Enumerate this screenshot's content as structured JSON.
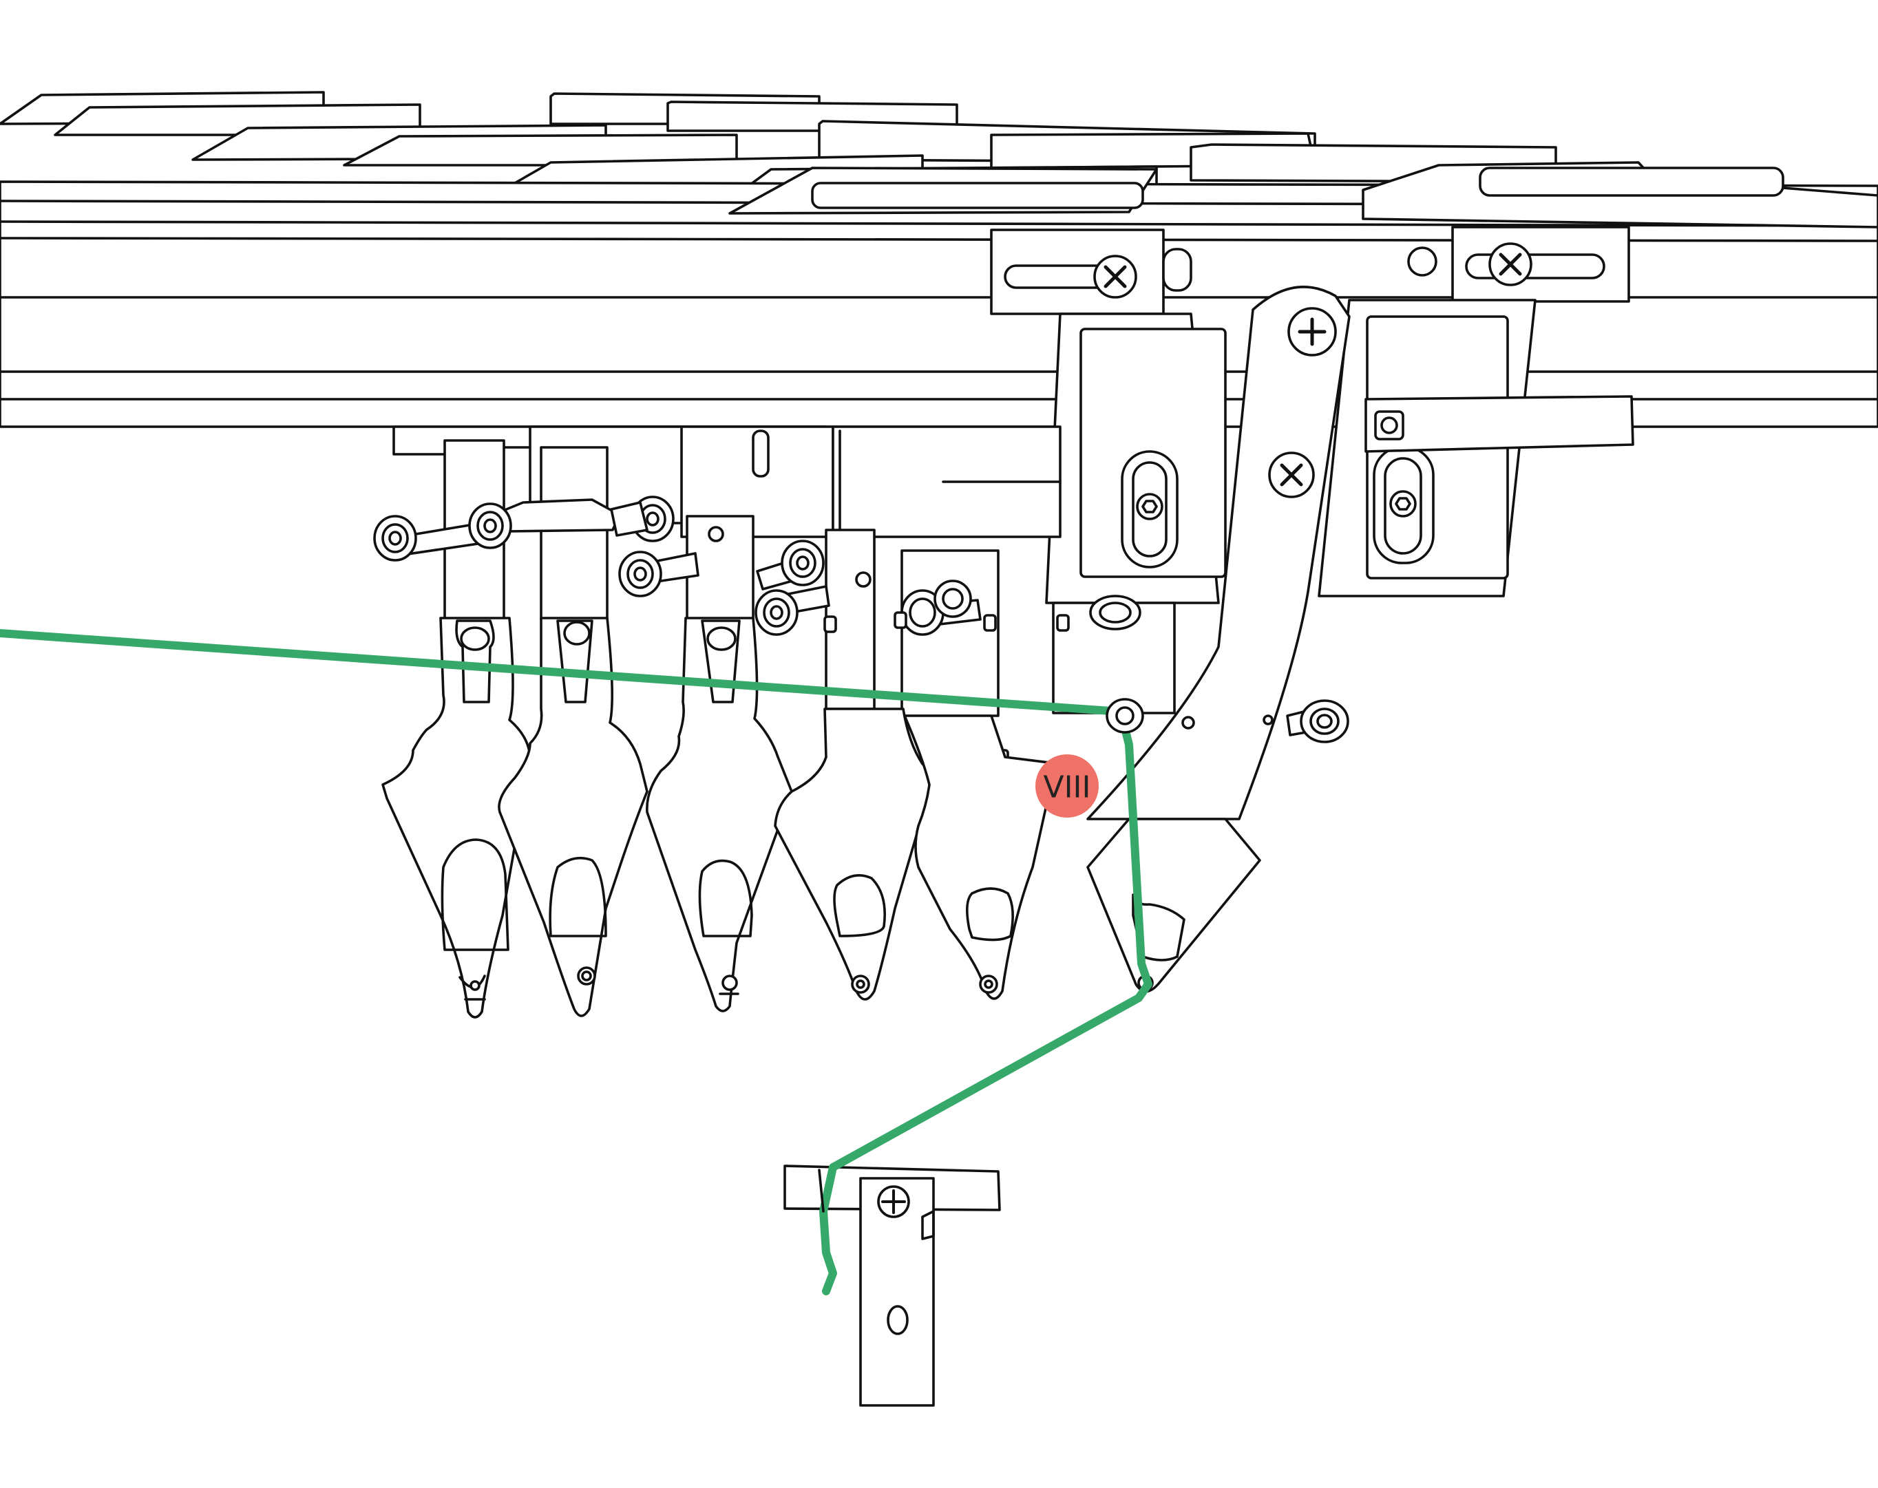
{
  "figure": {
    "kind": "threading diagram",
    "thread_color": "#36a86a",
    "line_color": "#111111",
    "background": "#ffffff"
  },
  "callout": {
    "label": "VIII",
    "color": "#ef7268",
    "text_color": "#222222"
  },
  "parts": {
    "slider_plates": 11,
    "thread_guide_fingers": 6,
    "cross_screw_icon": "x-screw-icon",
    "plus_screw_icon": "plus-screw-icon",
    "hex_screw_icon": "hex-screw-icon"
  }
}
